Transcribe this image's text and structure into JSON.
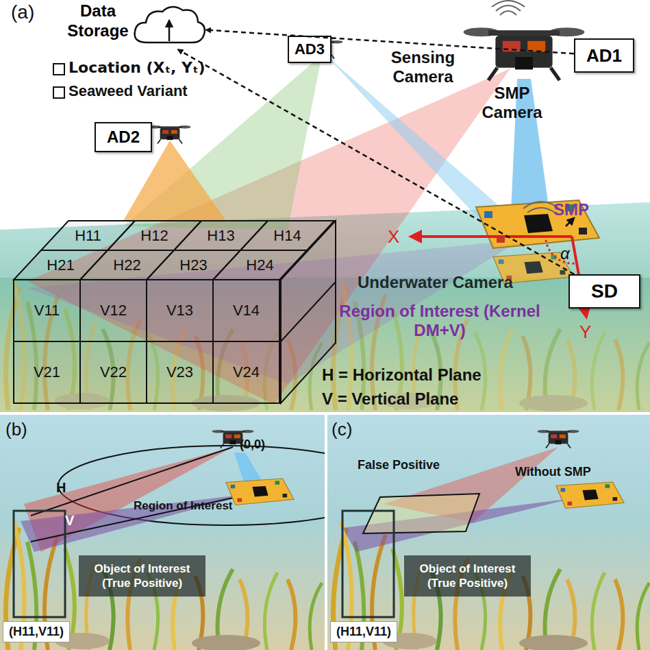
{
  "diagram": {
    "nodes": [
      {
        "text": [
          "Data Storage"
        ]
      },
      {
        "text": [
          "AD3"
        ]
      },
      {
        "text": [
          "AD1"
        ]
      },
      {
        "text": [
          "AD2"
        ]
      },
      {
        "text": [
          "H11"
        ]
      },
      {
        "text": [
          "H12"
        ]
      },
      {
        "text": [
          "H13"
        ]
      },
      {
        "text": [
          "H14"
        ]
      },
      {
        "text": [
          "H21"
        ]
      },
      {
        "text": [
          "H22"
        ]
      },
      {
        "text": [
          "H23"
        ]
      },
      {
        "text": [
          "H24"
        ]
      },
      {
        "text": [
          "V11"
        ]
      },
      {
        "text": [
          "V12"
        ]
      },
      {
        "text": [
          "V13"
        ]
      },
      {
        "text": [
          "V14"
        ]
      },
      {
        "text": [
          "V21"
        ]
      },
      {
        "text": [
          "V22"
        ]
      },
      {
        "text": [
          "V23"
        ]
      },
      {
        "text": [
          "V24"
        ]
      },
      {
        "text": [
          "SD"
        ]
      },
      {
        "text": [
          "Object of Interest (True Positive)"
        ]
      },
      {
        "text": [
          "Object of Interest (True Positive)"
        ]
      }
    ],
    "edges": [
      {
        "from": 2,
        "to": 0,
        "arrow": "to"
      },
      {
        "from": 20,
        "to": 0,
        "arrow": "to"
      }
    ],
    "labels": [
      "(a)",
      "Location (Xₜ, Yₜ)",
      "Seaweed Variant",
      "Sensing Camera",
      "SMP Camera",
      "SMP",
      "X",
      "α",
      "Underwater Camera",
      "Y",
      "Region of Interest (Kernel DM+V)",
      "H = Horizontal Plane",
      "V = Vertical Plane",
      "(b)",
      "(c)",
      "(0,0)",
      "H",
      "Region of Interest",
      "V",
      "(H11,V11)",
      "False Positive",
      "Without SMP",
      "(H11,V11)"
    ]
  }
}
